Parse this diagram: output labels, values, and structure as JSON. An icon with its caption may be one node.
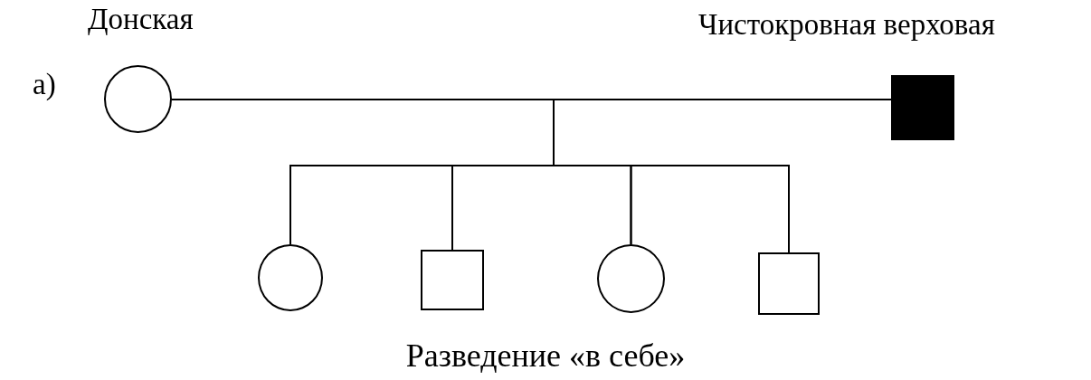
{
  "diagram": {
    "caption": "Разведение «в себе»",
    "nodes": [
      {
        "text": [
          "Донская"
        ]
      },
      {
        "text": [
          "Чистокровная верховая"
        ]
      },
      {
        "text": [],
        "shape": "circle"
      },
      {
        "text": [],
        "shape": "box"
      },
      {
        "text": [],
        "shape": "circle"
      },
      {
        "text": [],
        "shape": "box"
      }
    ],
    "edges": [
      {
        "from": 0,
        "to": 1,
        "arrow": "none"
      },
      {
        "from": 0,
        "to": 2,
        "arrow": "none"
      },
      {
        "from": 0,
        "to": 3,
        "arrow": "none"
      },
      {
        "from": 0,
        "to": 4,
        "arrow": "none"
      },
      {
        "from": 0,
        "to": 5,
        "arrow": "none"
      },
      {
        "from": 1,
        "to": 2,
        "arrow": "none"
      },
      {
        "from": 1,
        "to": 3,
        "arrow": "none"
      },
      {
        "from": 1,
        "to": 4,
        "arrow": "none"
      },
      {
        "from": 1,
        "to": 5,
        "arrow": "none"
      }
    ],
    "labels": [
      "а)"
    ]
  }
}
